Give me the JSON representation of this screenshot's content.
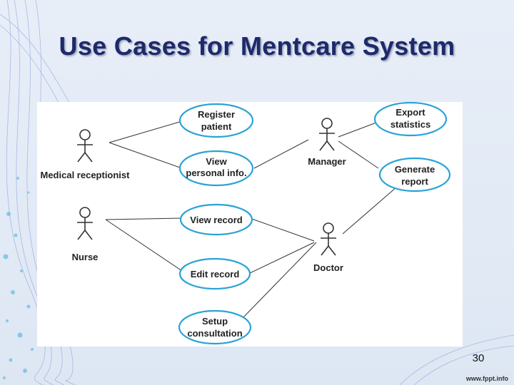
{
  "slide": {
    "title": "Use Cases for Mentcare System",
    "page_number": "30",
    "footer_url": "www.fppt.info"
  },
  "actors": {
    "medical_receptionist": "Medical receptionist",
    "nurse": "Nurse",
    "manager": "Manager",
    "doctor": "Doctor"
  },
  "use_cases": {
    "register_patient": [
      "Register",
      "patient"
    ],
    "view_personal_info": [
      "View",
      "personal info."
    ],
    "view_record": [
      "View record"
    ],
    "edit_record": [
      "Edit record"
    ],
    "setup_consultation": [
      "Setup",
      "consultation"
    ],
    "export_statistics": [
      "Export",
      "statistics"
    ],
    "generate_report": [
      "Generate",
      "report"
    ]
  },
  "colors": {
    "use_case_stroke": "#29a3d6",
    "title": "#1f2a6b",
    "ink": "#333333"
  }
}
